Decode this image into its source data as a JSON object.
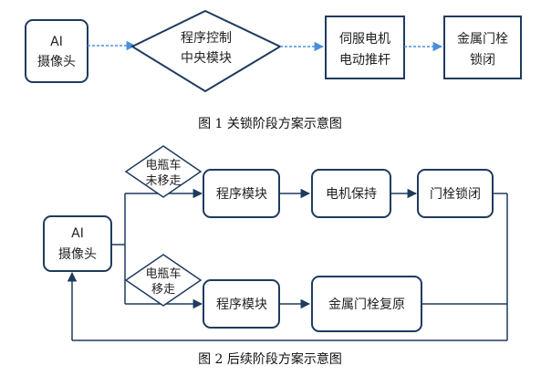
{
  "fig1": {
    "camera": {
      "line1": "AI",
      "line2": "摄像头"
    },
    "control": {
      "line1": "程序控制",
      "line2": "中央模块"
    },
    "servo": {
      "line1": "伺服电机",
      "line2": "电动推杆"
    },
    "latch": {
      "line1": "金属门栓",
      "line2": "锁闭"
    },
    "caption": "图 1  关锁阶段方案示意图"
  },
  "fig2": {
    "camera": {
      "line1": "AI",
      "line2": "摄像头"
    },
    "cond_top": {
      "line1": "电瓶车",
      "line2": "未移走"
    },
    "cond_bottom": {
      "line1": "电瓶车",
      "line2": "移走"
    },
    "prog_top": "程序模块",
    "motor_hold": "电机保持",
    "door_locked": "门栓锁闭",
    "prog_bottom": "程序模块",
    "latch_reset": "金属门栓复原",
    "caption": "图 2  后续阶段方案示意图"
  },
  "colors": {
    "stroke": "#1f3a5f",
    "arrow": "#1f3a5f",
    "dashed_arrow": "#4a90d9",
    "text": "#222222"
  }
}
